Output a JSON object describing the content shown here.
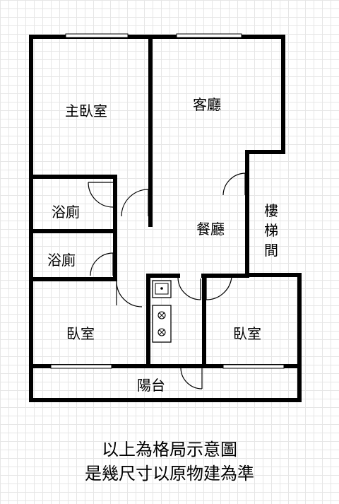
{
  "rooms": {
    "master_bedroom": "主臥室",
    "living_room": "客廳",
    "dining_room": "餐廳",
    "stairwell": "樓梯間",
    "bathroom_1": "浴廁",
    "bathroom_2": "浴廁",
    "bedroom_left": "臥室",
    "bedroom_right": "臥室",
    "balcony": "陽台"
  },
  "notes": {
    "line1": "以上為格局示意圖",
    "line2": "是幾尺寸以原物建為準"
  },
  "colors": {
    "wall": "#000000",
    "grid": "#e6e6e6",
    "background": "#ffffff"
  }
}
